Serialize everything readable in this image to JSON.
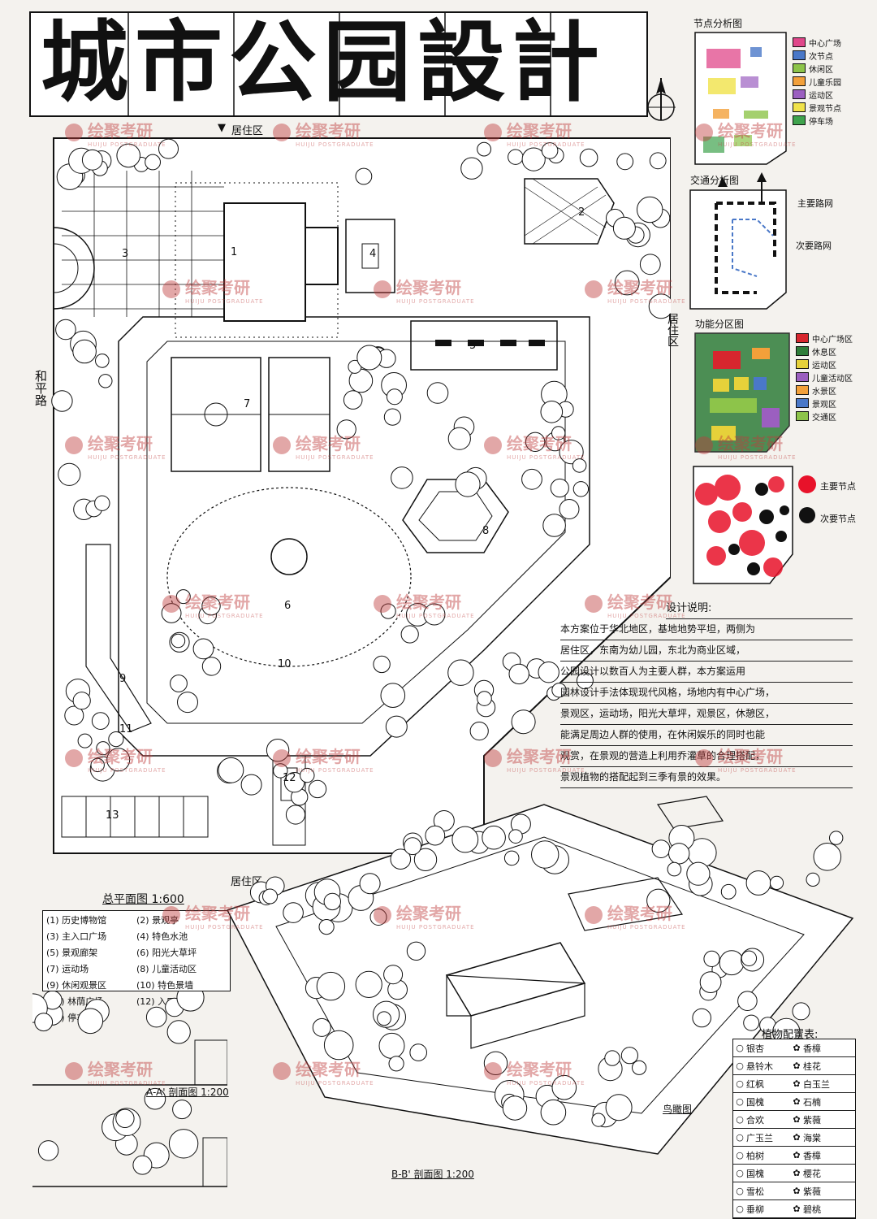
{
  "title": "城市公园設計",
  "plan_labels": {
    "residential_top": "居住区",
    "residential_right": "居住区",
    "residential_bottom": "居住区",
    "road_left": "和平路",
    "main_entry_marker": "▼"
  },
  "plan_numbers": [
    "1",
    "2",
    "3",
    "4",
    "5",
    "6",
    "7",
    "8",
    "9",
    "10",
    "11",
    "12",
    "13"
  ],
  "plan_caption": "总平面图 1:600",
  "plan_legend": [
    {
      "no": "1",
      "text": "历史博物馆"
    },
    {
      "no": "2",
      "text": "景观亭"
    },
    {
      "no": "3",
      "text": "主入口广场"
    },
    {
      "no": "4",
      "text": "特色水池"
    },
    {
      "no": "5",
      "text": "景观廊架"
    },
    {
      "no": "6",
      "text": "阳光大草坪"
    },
    {
      "no": "7",
      "text": "运动场"
    },
    {
      "no": "8",
      "text": "儿童活动区"
    },
    {
      "no": "9",
      "text": "休闲观景区"
    },
    {
      "no": "10",
      "text": "特色景墙"
    },
    {
      "no": "11",
      "text": "林荫广场"
    },
    {
      "no": "12",
      "text": "入口广场"
    },
    {
      "no": "13",
      "text": "停车场"
    }
  ],
  "node_analysis": {
    "title": "节点分析图",
    "legend": [
      "中心广场",
      "次节点",
      "休闲区",
      "儿童乐园",
      "运动区",
      "景观节点",
      "停车场"
    ],
    "colors": [
      "#e0478a",
      "#4a78c8",
      "#8dc44a",
      "#f2a03a",
      "#9b5fc0",
      "#f0e24a",
      "#3fa34d"
    ]
  },
  "traffic_analysis": {
    "title": "交通分析图",
    "legend": [
      "主要路网",
      "次要路网"
    ]
  },
  "function_analysis": {
    "title": "功能分区图",
    "legend": [
      "中心广场区",
      "休息区",
      "运动区",
      "儿童活动区",
      "水景区",
      "景观区",
      "交通区"
    ],
    "colors": [
      "#d7262e",
      "#2f7d3a",
      "#e6d13a",
      "#9b5fc0",
      "#f2a03a",
      "#4a78c8",
      "#8dc44a"
    ]
  },
  "planting_analysis": {
    "legend": [
      "主要节点",
      "次要节点"
    ]
  },
  "design_notes": {
    "title": "设计说明:",
    "lines": [
      "本方案位于华北地区，基地地势平坦，两侧为",
      "居住区，东南为幼儿园，东北为商业区域，",
      "公园设计以数百人为主要人群，本方案运用",
      "园林设计手法体现现代风格，场地内有中心广场，",
      "景观区，运动场，阳光大草坪，观景区，休憩区，",
      "能满足周边人群的使用，在休闲娱乐的同时也能",
      "观赏，在景观的营造上利用乔灌草的合理搭配，",
      "景观植物的搭配起到三季有景的效果。"
    ]
  },
  "section_aa": "A-A' 剖面图 1:200",
  "section_bb": "B-B' 剖面图 1:200",
  "birdseye": "鸟瞰图",
  "planting_table": {
    "title": "植物配置表:",
    "left": [
      "银杏",
      "悬铃木",
      "红枫",
      "国槐",
      "合欢",
      "广玉兰",
      "柏树",
      "国槐",
      "雪松",
      "垂柳"
    ],
    "right": [
      "香樟",
      "桂花",
      "白玉兰",
      "石楠",
      "紫薇",
      "海棠",
      "香樟",
      "樱花",
      "紫薇",
      "碧桃"
    ]
  },
  "watermark": {
    "text": "绘聚考研",
    "sub": "HUIJU POSTGRADUATE"
  }
}
